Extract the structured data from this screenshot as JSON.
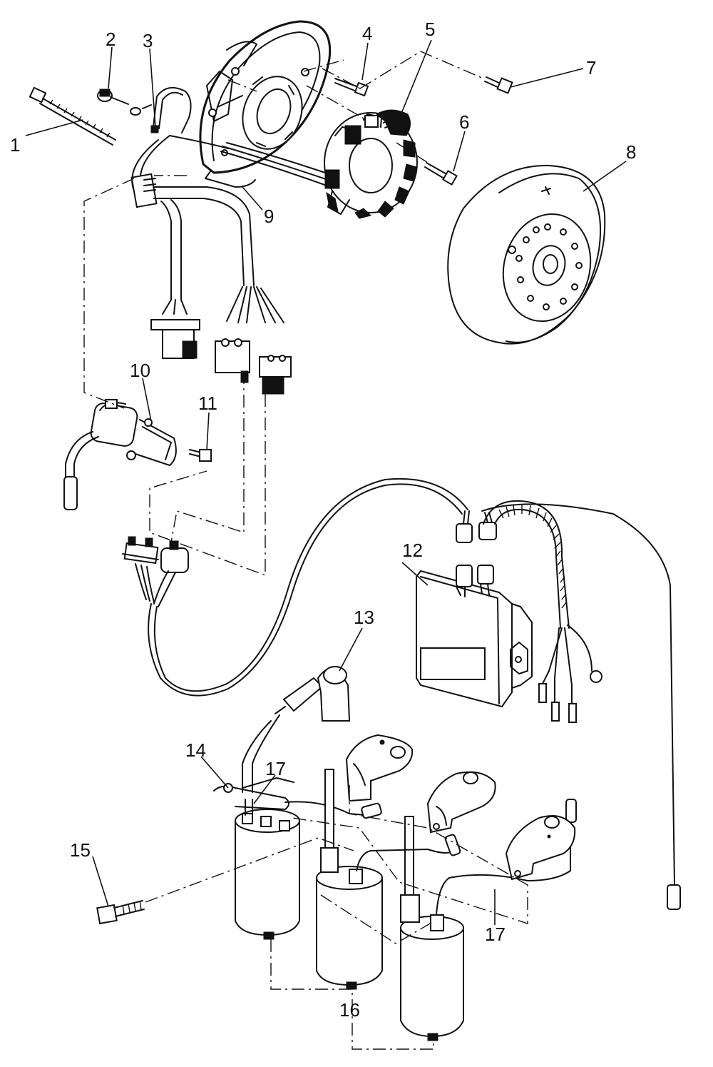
{
  "callouts": [
    "1",
    "2",
    "3",
    "4",
    "5",
    "6",
    "7",
    "8",
    "9",
    "10",
    "11",
    "12",
    "13",
    "14",
    "15",
    "16",
    "17",
    "17"
  ],
  "colors": {
    "ink": "#111111",
    "paper": "#ffffff"
  }
}
